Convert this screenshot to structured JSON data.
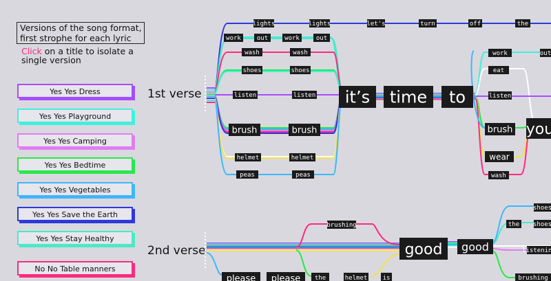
{
  "header": {
    "title": "Versions of the song format, first strophe for each lyric",
    "hint_click": "Click",
    "hint_rest": " on a title to isolate a single version"
  },
  "versions": [
    {
      "label": "Yes Yes Dress",
      "color": "#a64dff"
    },
    {
      "label": "Yes Yes Playground",
      "color": "#3ff0e0"
    },
    {
      "label": "Yes Yes Camping",
      "color": "#e27cf2"
    },
    {
      "label": "Yes Yes Bedtime",
      "color": "#29e84a"
    },
    {
      "label": "Yes Yes Vegetables",
      "color": "#3fb6ff"
    },
    {
      "label": "Yes Yes Save the Earth",
      "color": "#2c3ad9"
    },
    {
      "label": "Yes Yes Stay Healthy",
      "color": "#4de8c8"
    },
    {
      "label": "No No Table manners",
      "color": "#ff2a7f"
    }
  ],
  "verses": {
    "first": "1st verse",
    "second": "2nd verse"
  },
  "words": {
    "lights": "lights",
    "lets": "let's",
    "turn": "turn",
    "off": "off",
    "the": "the",
    "work": "work",
    "out": "out",
    "wash": "wash",
    "shoes": "shoes",
    "listen": "listen",
    "brush": "brush",
    "helmet": "helmet",
    "peas": "peas",
    "its": "it’s",
    "time": "time",
    "to": "to",
    "eat": "eat",
    "wear": "wear",
    "you": "you",
    "brushing": "brushing",
    "good": "good",
    "please": "please",
    "is": "is",
    "listening": "listening"
  }
}
